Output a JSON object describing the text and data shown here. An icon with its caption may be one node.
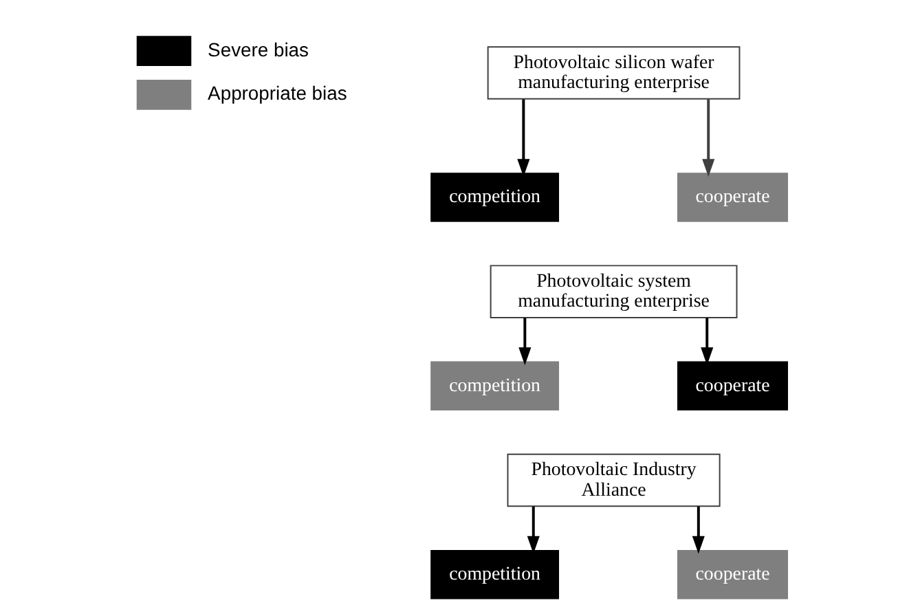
{
  "diagram": {
    "nodes": [
      {
        "text": [
          "Photovoltaic silicon wafer manufacturing enterprise"
        ]
      },
      {
        "text": [
          "competition"
        ]
      },
      {
        "text": [
          "cooperate"
        ]
      },
      {
        "text": [
          "Photovoltaic system manufacturing enterprise"
        ]
      },
      {
        "text": [
          "competition"
        ]
      },
      {
        "text": [
          "cooperate"
        ]
      },
      {
        "text": [
          "Photovoltaic Industry Alliance"
        ]
      },
      {
        "text": [
          "competition"
        ]
      },
      {
        "text": [
          "cooperate"
        ]
      }
    ],
    "edges": [
      {
        "from": 0,
        "to": 1,
        "arrow": "to"
      },
      {
        "from": 0,
        "to": 2,
        "arrow": "to",
        "color": "#404040"
      },
      {
        "from": 3,
        "to": 4,
        "arrow": "to"
      },
      {
        "from": 3,
        "to": 5,
        "arrow": "to"
      },
      {
        "from": 6,
        "to": 7,
        "arrow": "to"
      },
      {
        "from": 6,
        "to": 8,
        "arrow": "to"
      }
    ],
    "legend": [
      {
        "text": "Severe bias",
        "color": "#000000"
      },
      {
        "text": "Appropriate bias",
        "color": "#7f7f7f"
      }
    ]
  }
}
